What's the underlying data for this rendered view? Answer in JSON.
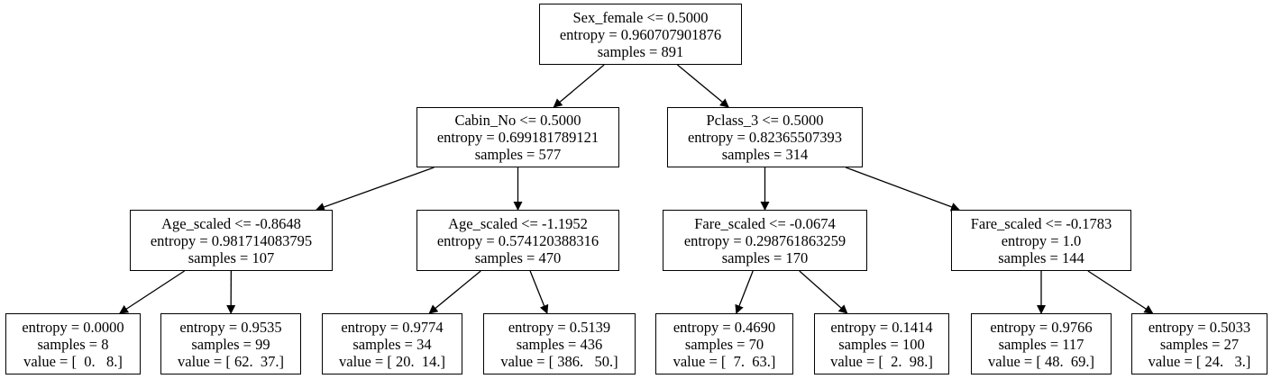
{
  "tree": {
    "nodes": [
      {
        "id": "root",
        "lines": [
          "Sex_female <= 0.5000",
          "entropy = 0.960707901876",
          "samples = 891"
        ]
      },
      {
        "id": "n1",
        "lines": [
          "Cabin_No <= 0.5000",
          "entropy = 0.699181789121",
          "samples = 577"
        ]
      },
      {
        "id": "n2",
        "lines": [
          "Pclass_3 <= 0.5000",
          "entropy = 0.82365507393",
          "samples = 314"
        ]
      },
      {
        "id": "n3",
        "lines": [
          "Age_scaled <= -0.8648",
          "entropy = 0.981714083795",
          "samples = 107"
        ]
      },
      {
        "id": "n4",
        "lines": [
          "Age_scaled <= -1.1952",
          "entropy = 0.574120388316",
          "samples = 470"
        ]
      },
      {
        "id": "n5",
        "lines": [
          "Fare_scaled <= -0.0674",
          "entropy = 0.298761863259",
          "samples = 170"
        ]
      },
      {
        "id": "n6",
        "lines": [
          "Fare_scaled <= -0.1783",
          "entropy = 1.0",
          "samples = 144"
        ]
      },
      {
        "id": "l1",
        "lines": [
          "entropy = 0.0000",
          "samples = 8",
          "value = [  0.   8.]"
        ]
      },
      {
        "id": "l2",
        "lines": [
          "entropy = 0.9535",
          "samples = 99",
          "value = [ 62.  37.]"
        ]
      },
      {
        "id": "l3",
        "lines": [
          "entropy = 0.9774",
          "samples = 34",
          "value = [ 20.  14.]"
        ]
      },
      {
        "id": "l4",
        "lines": [
          "entropy = 0.5139",
          "samples = 436",
          "value = [ 386.   50.]"
        ]
      },
      {
        "id": "l5",
        "lines": [
          "entropy = 0.4690",
          "samples = 70",
          "value = [  7.  63.]"
        ]
      },
      {
        "id": "l6",
        "lines": [
          "entropy = 0.1414",
          "samples = 100",
          "value = [  2.  98.]"
        ]
      },
      {
        "id": "l7",
        "lines": [
          "entropy = 0.9766",
          "samples = 117",
          "value = [ 48.  69.]"
        ]
      },
      {
        "id": "l8",
        "lines": [
          "entropy = 0.5033",
          "samples = 27",
          "value = [ 24.   3.]"
        ]
      }
    ],
    "edges": [
      [
        "root",
        "n1"
      ],
      [
        "root",
        "n2"
      ],
      [
        "n1",
        "n3"
      ],
      [
        "n1",
        "n4"
      ],
      [
        "n2",
        "n5"
      ],
      [
        "n2",
        "n6"
      ],
      [
        "n3",
        "l1"
      ],
      [
        "n3",
        "l2"
      ],
      [
        "n4",
        "l3"
      ],
      [
        "n4",
        "l4"
      ],
      [
        "n5",
        "l5"
      ],
      [
        "n5",
        "l6"
      ],
      [
        "n6",
        "l7"
      ],
      [
        "n6",
        "l8"
      ]
    ]
  }
}
